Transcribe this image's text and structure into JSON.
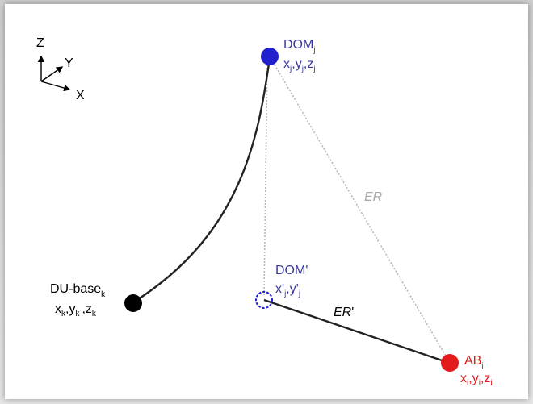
{
  "colors": {
    "dom": "#2020cc",
    "dom_label": "#3a3a9a",
    "ab": "#e21b1b",
    "base": "#000000",
    "er_dotted": "#b8b8b8",
    "er_label": "#a8a8a8"
  },
  "axes": {
    "z": "Z",
    "y": "Y",
    "x": "X"
  },
  "dom_j": {
    "name": "DOM",
    "sub": "j",
    "coord_x": "x",
    "coord_y": "y",
    "coord_z": "z",
    "sub_j": "j",
    "sep": ","
  },
  "dom_proj": {
    "name": "DOM'",
    "coord_x": "x'",
    "coord_y": "y'",
    "sub_j": "j",
    "sep": ","
  },
  "du_base": {
    "name": "DU-base",
    "sub": "k",
    "coord_x": "x",
    "coord_y": "y",
    "coord_z": "z",
    "sub_k": "k",
    "sep": ","
  },
  "ab_i": {
    "name": "AB",
    "sub": "i",
    "coord_x": "x",
    "coord_y": "y",
    "coord_z": "z",
    "sub_i": "i",
    "sep": ","
  },
  "er": {
    "label": "ER",
    "label_proj": "ER",
    "prime": "'"
  }
}
